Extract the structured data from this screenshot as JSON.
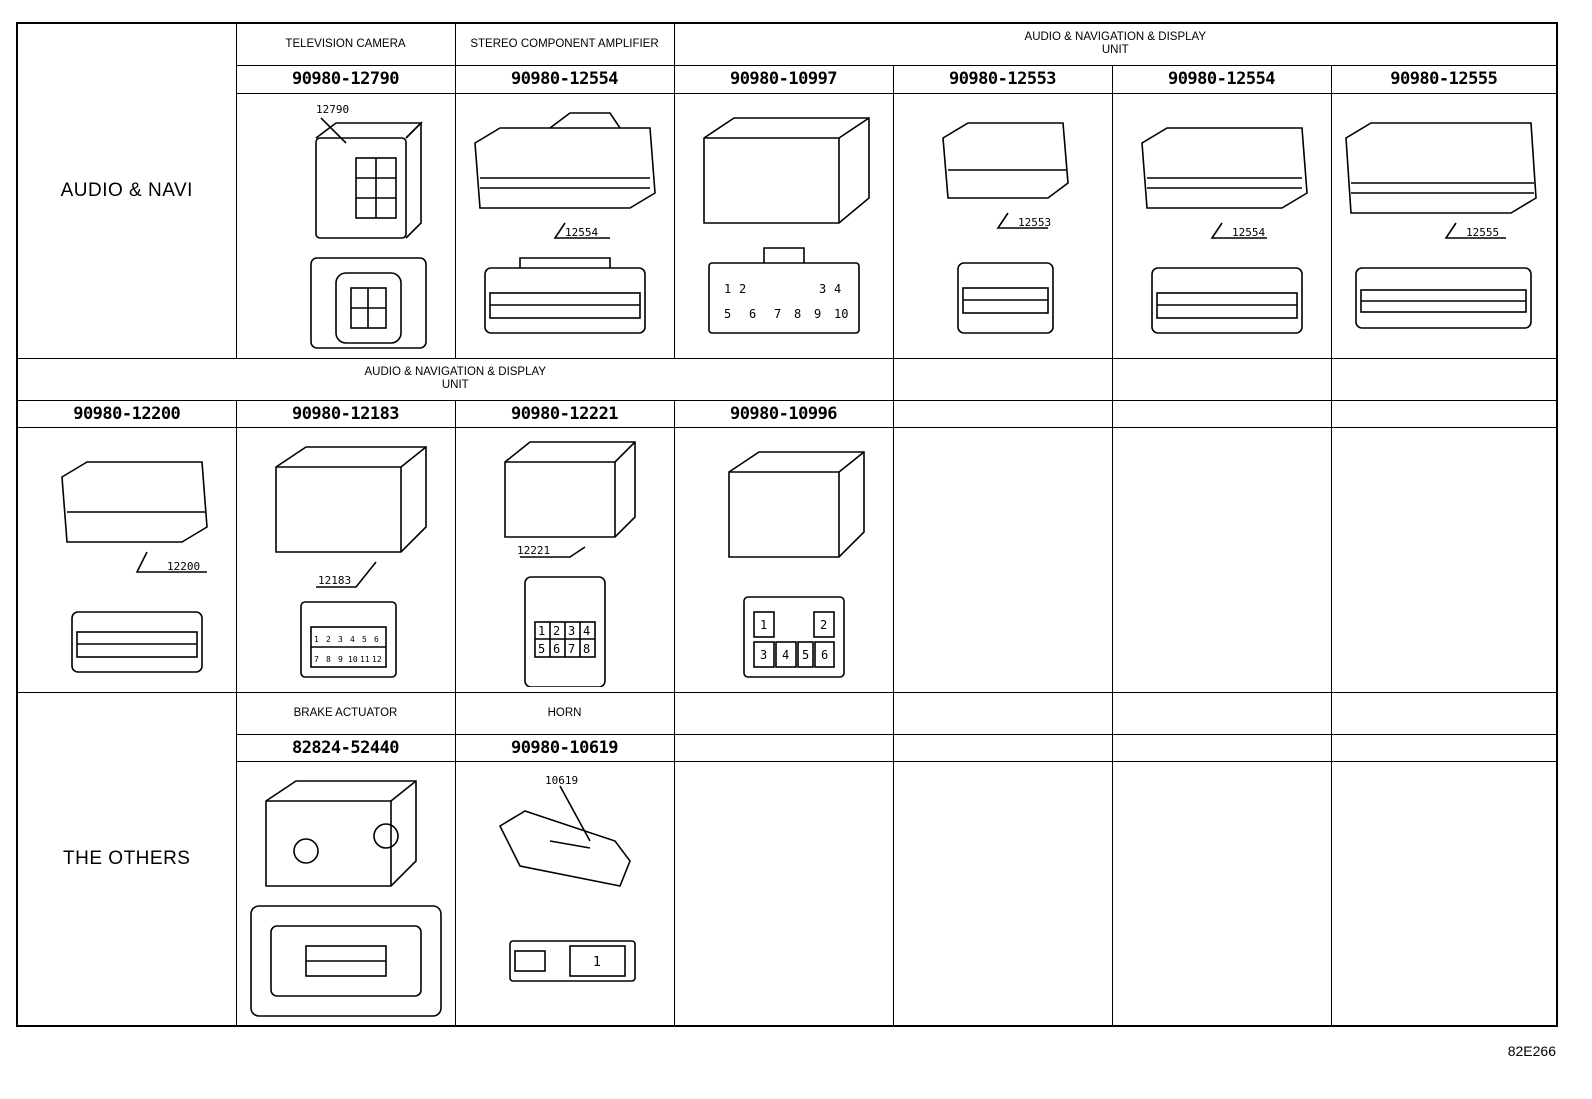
{
  "categories": {
    "audio_navi": "AUDIO & NAVI",
    "others": "THE OTHERS"
  },
  "row1": {
    "devices": {
      "tv_camera": "TELEVISION CAMERA",
      "stereo_amp": "STEREO COMPONENT AMPLIFIER",
      "audio_unit": "AUDIO & NAVIGATION & DISPLAY\nUNIT"
    },
    "parts": [
      "90980-12790",
      "90980-12554",
      "90980-10997",
      "90980-12553",
      "90980-12554",
      "90980-12555"
    ],
    "callouts": [
      "12790",
      "12554",
      "12553",
      "12554",
      "12555"
    ]
  },
  "row2": {
    "device": "AUDIO & NAVIGATION & DISPLAY\nUNIT",
    "parts": [
      "90980-12200",
      "90980-12183",
      "90980-12221",
      "90980-10996"
    ],
    "callouts": [
      "12200",
      "12183",
      "12221"
    ]
  },
  "row3": {
    "devices": {
      "brake": "BRAKE ACTUATOR",
      "horn": "HORN"
    },
    "parts": [
      "82824-52440",
      "90980-10619"
    ],
    "callouts": [
      "10619"
    ]
  },
  "pins": {
    "c10997": [
      "1",
      "2",
      "3",
      "4",
      "5",
      "6",
      "7",
      "8",
      "9",
      "10"
    ],
    "c12221": [
      "1",
      "2",
      "3",
      "4",
      "5",
      "6",
      "7",
      "8"
    ],
    "c10996": [
      "1",
      "2",
      "3",
      "4",
      "5",
      "6"
    ],
    "c12183": [
      "1",
      "2",
      "3",
      "4",
      "5",
      "6",
      "7",
      "8",
      "9",
      "10",
      "11",
      "12"
    ],
    "c10619": [
      "1"
    ]
  },
  "reference": "82E266"
}
